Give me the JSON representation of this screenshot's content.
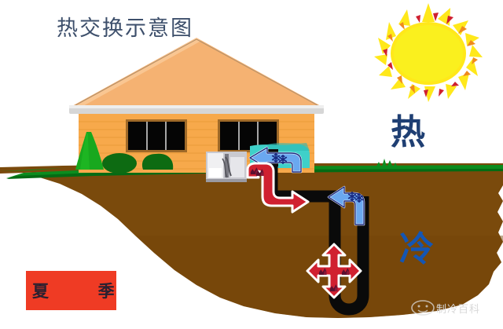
{
  "diagram": {
    "title": "热交换示意图",
    "season_badge": {
      "label": "夏  季",
      "box_color": "#ef3b24",
      "text_color": "#2a2030"
    },
    "labels": {
      "hot": "热",
      "cold": "冷"
    },
    "watermark": {
      "text": "制冷百科",
      "icon": "cloud-face-logo-icon"
    },
    "colors": {
      "title": "#3d4f6b",
      "hot_label": "#1f3f73",
      "cold_label": "#1456b4",
      "sun_core": "#faf01e",
      "sun_rays": "#ffe81a",
      "sun_accent_orange": "#f08a1c",
      "sun_accent_red": "#cf2030",
      "sky": "#ffffff",
      "soil": "#7a4a0c",
      "soil_dark": "#6b3f08",
      "grass": "#0b8c1e",
      "grass_dark": "#046b14",
      "house_wall": "#f7a94b",
      "house_wall_light": "#fbbf6e",
      "roof": "#f5b272",
      "roof_ridge": "#d9d9d9",
      "gutter": "#d6d6d6",
      "window": "#050505",
      "window_frame": "#a06a28",
      "tree_light": "#18a81e",
      "tree_dark": "#0d6b12",
      "cool_air": "#3fd0c9",
      "arrow_hot": "#d02030",
      "arrow_cold": "#6aa8f0",
      "arrow_cold_stroke": "#1a2a80",
      "pipe": "#0a0a0a",
      "indoor_unit": "#d9d9dd"
    },
    "elements": {
      "sun": "sun-icon",
      "house": "house-illustration",
      "indoor_unit": "indoor-heat-pump-unit",
      "cool_air_cloud": "cool-air-region",
      "arrow_cold_indoor": "cold-air-supply-arrow",
      "arrow_hot_down": "hot-fluid-descending-arrow",
      "arrow_cold_return": "cool-fluid-return-arrow",
      "arrow_heat_reject": "ground-heat-rejection-cross-arrow",
      "ground_loop": "underground-u-loop-pipe",
      "snowflake": "snowflake-icon",
      "flame": "flame-icon"
    }
  }
}
